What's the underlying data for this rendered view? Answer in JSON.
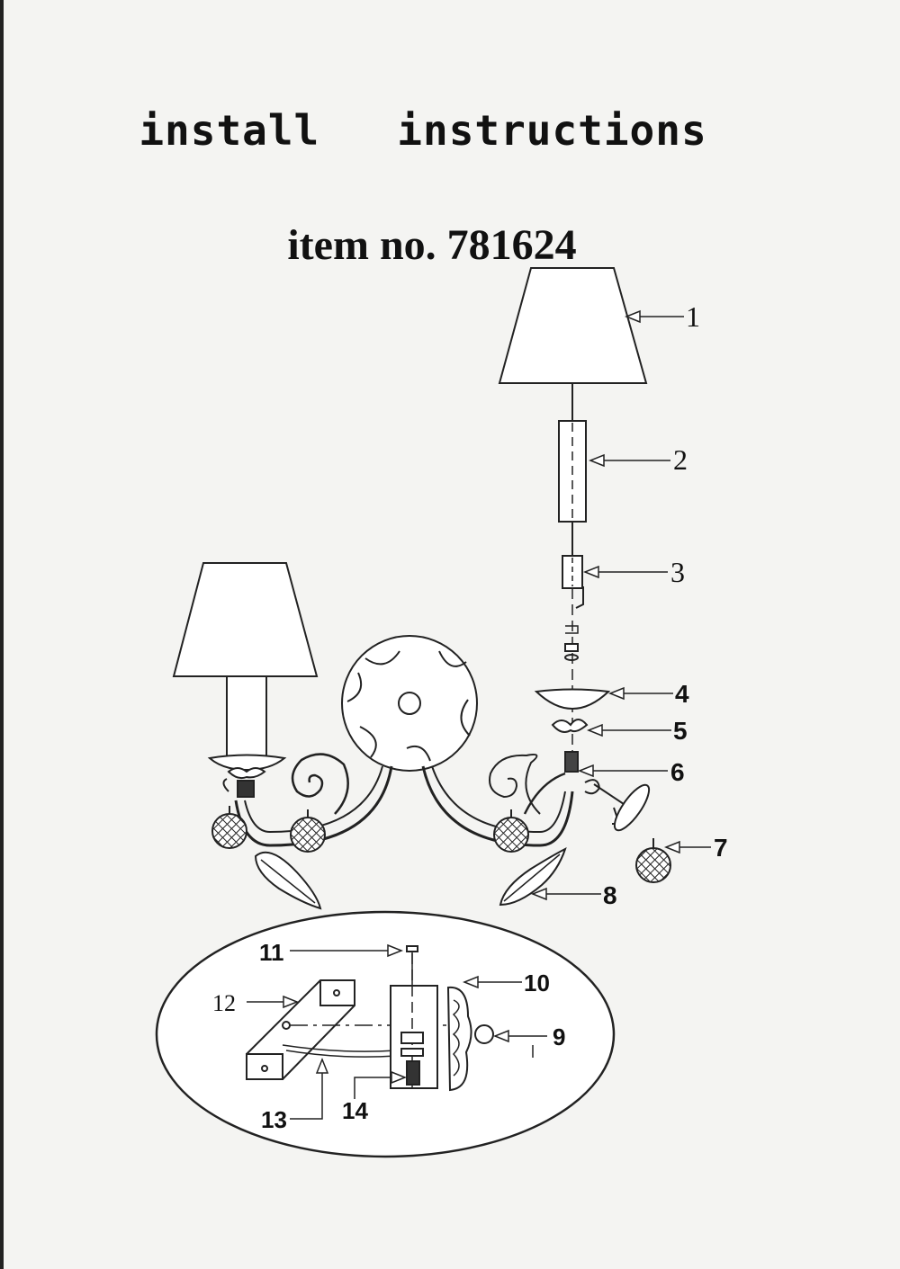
{
  "document": {
    "title": "install   instructions",
    "item": "item no. 781624"
  },
  "callouts": {
    "c1": "1",
    "c2": "2",
    "c3": "3",
    "c4": "4",
    "c5": "5",
    "c6": "6",
    "c7": "7",
    "c8": "8",
    "c9": "9",
    "c10": "10",
    "c11": "11",
    "c12": "12",
    "c13": "13",
    "c14": "14"
  }
}
